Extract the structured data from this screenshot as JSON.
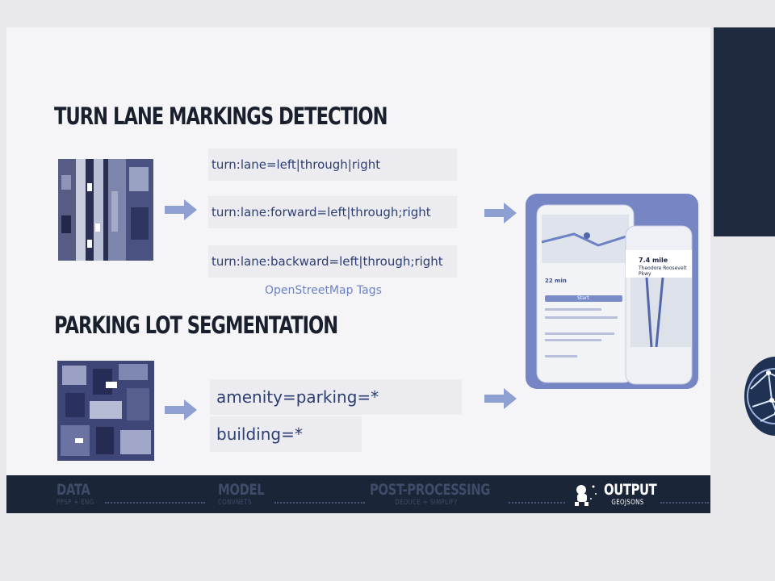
{
  "sections": {
    "turn_lane": {
      "heading": "TURN LANE MARKINGS DETECTION",
      "tags": [
        "turn:lane=left|through|right",
        "turn:lane:forward=left|through;right",
        "turn:lane:backward=left|through;right"
      ],
      "caption": "OpenStreetMap Tags"
    },
    "parking": {
      "heading": "PARKING LOT SEGMENTATION",
      "tags": [
        "amenity=parking=*",
        "building=*"
      ]
    }
  },
  "pipeline": {
    "stages": [
      {
        "title": "DATA",
        "subtitle": "PPSP + ENG"
      },
      {
        "title": "MODEL",
        "subtitle": "CONVNETS"
      },
      {
        "title": "POST-PROCESSING",
        "subtitle": "DEDUCE + SIMPLIFY"
      },
      {
        "title": "OUTPUT",
        "subtitle": "GEOJSONS"
      }
    ],
    "active_stage": "OUTPUT"
  },
  "phone": {
    "nav_distance": "7.4 mile",
    "nav_street": "Theodore Roosevelt Pkwy",
    "eta": "22 min",
    "start_label": "Start"
  },
  "colors": {
    "accent": "#6d82c4",
    "tag_text": "#2c3e73",
    "tag_bg": "#ececf0",
    "dark_panel": "#1f2a3f",
    "phone_card": "#7685c3"
  }
}
